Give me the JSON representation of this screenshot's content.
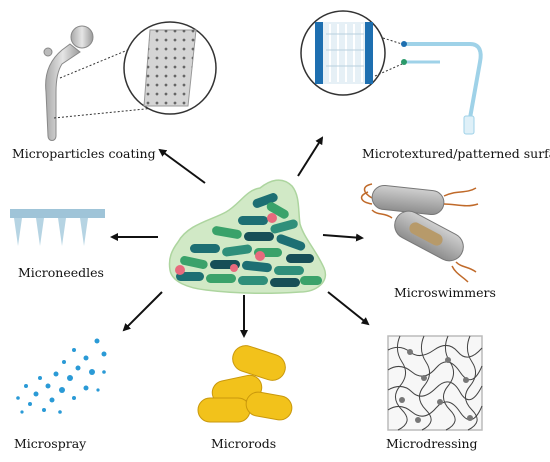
{
  "labels": {
    "coating": "Microparticles coating",
    "textured": "Microtextured/patterned surface",
    "needles": "Microneedles",
    "swimmers": "Microswimmers",
    "spray": "Microspray",
    "rods": "Microrods",
    "dressing": "Microdressing"
  },
  "colors": {
    "biofilm_matrix": "#cfe8c4",
    "bacteria_teal": "#1d6f73",
    "bacteria_green": "#3aa26a",
    "bacteria_pink": "#e86a7d",
    "rod_yellow": "#f2c21b",
    "spray_blue": "#2a9ad6",
    "needle_blue": "#9fc4d8",
    "arrow": "#111111"
  },
  "icons": [
    "hip-implant-icon",
    "catheter-icon",
    "microneedle-patch-icon",
    "microswimmer-icon",
    "spray-droplets-icon",
    "microrods-icon",
    "dressing-mesh-icon",
    "biofilm-icon"
  ]
}
